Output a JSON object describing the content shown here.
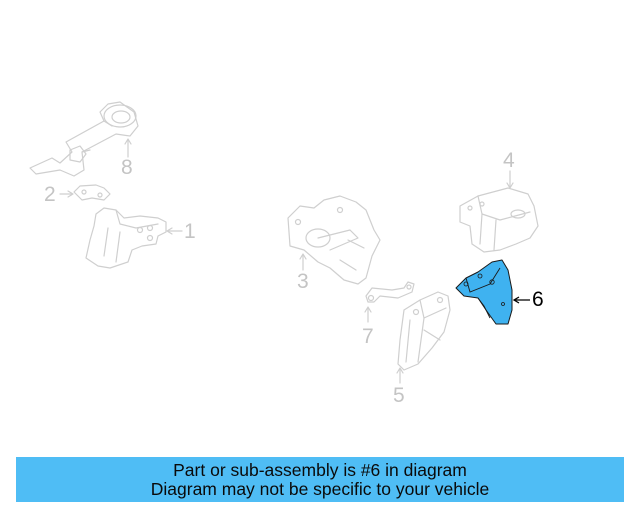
{
  "diagram": {
    "callouts": [
      {
        "id": "1",
        "label": "1"
      },
      {
        "id": "2",
        "label": "2"
      },
      {
        "id": "3",
        "label": "3"
      },
      {
        "id": "4",
        "label": "4"
      },
      {
        "id": "5",
        "label": "5"
      },
      {
        "id": "6",
        "label": "6",
        "highlighted": true
      },
      {
        "id": "7",
        "label": "7"
      },
      {
        "id": "8",
        "label": "8"
      }
    ],
    "colors": {
      "part_outline": "#c8c8c8",
      "highlight_fill": "#3fb2f0",
      "highlight_outline": "#1a1a1a"
    }
  },
  "banner": {
    "line1": "Part or sub-assembly is #6 in diagram",
    "line2": "Diagram may not be specific to your vehicle",
    "background": "#4fbdf5"
  }
}
